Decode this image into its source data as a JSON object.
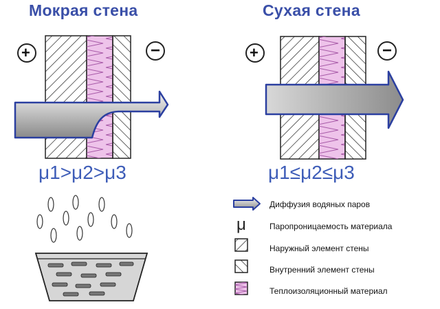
{
  "left": {
    "title": "Мокрая стена",
    "formula": "μ1>μ2>μ3",
    "plus": "+",
    "minus": "−"
  },
  "right": {
    "title": "Сухая стена",
    "formula": "μ1≤μ2≤μ3",
    "plus": "+",
    "minus": "−"
  },
  "legend": {
    "items": [
      {
        "symbol": "arrow-icon",
        "label": "Диффузия водяных паров"
      },
      {
        "symbol": "μ",
        "label": "Паропроницаемость материала"
      },
      {
        "symbol": "hatch-outer-icon",
        "label": "Наружный элемент стены"
      },
      {
        "symbol": "hatch-inner-icon",
        "label": "Внутренний элемент стены"
      },
      {
        "symbol": "insulation-icon",
        "label": "Теплоизоляционный материал"
      }
    ]
  },
  "colors": {
    "title": "#3a4fa8",
    "formula": "#3e5db8",
    "arrow_stroke": "#2b3fa0",
    "insulation": "#e8b8e4",
    "insulation_line": "#a85aa8"
  }
}
